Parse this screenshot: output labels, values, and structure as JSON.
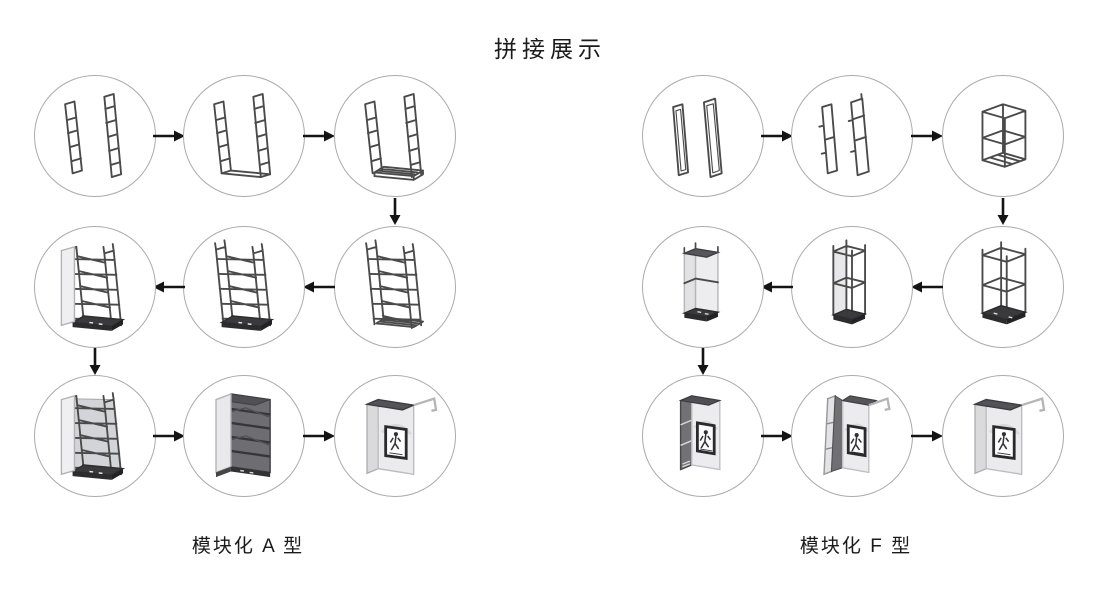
{
  "title": "拼接展示",
  "groups": [
    {
      "label": "模块化 A 型",
      "flow": [
        "left-to-right",
        "right-to-left",
        "left-to-right"
      ],
      "steps": [
        {
          "icon": "two-ladder-frames-icon"
        },
        {
          "icon": "ladder-frames-joined-icon"
        },
        {
          "icon": "ladder-frames-base-platform-icon"
        },
        {
          "icon": "shelf-tower-frame-icon"
        },
        {
          "icon": "shelf-tower-dark-base-icon"
        },
        {
          "icon": "shelf-tower-side-panel-icon"
        },
        {
          "icon": "tower-back-panel-icon"
        },
        {
          "icon": "enclosed-cabinet-shelves-icon"
        },
        {
          "icon": "finished-display-cabinet-icon"
        }
      ]
    },
    {
      "label": "模块化 F 型",
      "flow": [
        "left-to-right",
        "right-to-left",
        "left-to-right"
      ],
      "steps": [
        {
          "icon": "two-flat-frames-icon"
        },
        {
          "icon": "flat-frames-connectors-icon"
        },
        {
          "icon": "box-frame-two-shelves-icon"
        },
        {
          "icon": "box-frame-dark-base-icon"
        },
        {
          "icon": "box-frame-panel-insert-icon"
        },
        {
          "icon": "panel-cabinet-frame-icon"
        },
        {
          "icon": "open-side-poster-cabinet-icon"
        },
        {
          "icon": "hinged-panel-poster-cabinet-icon"
        },
        {
          "icon": "finished-display-cabinet-icon"
        }
      ]
    }
  ],
  "colors": {
    "background": "#ffffff",
    "line_art": "#4a4a4a",
    "circle_stroke": "#ababab",
    "arrow": "#141414",
    "panel_light": "#ececee",
    "base_dark": "#3a3a3c",
    "text": "#1b1b1b"
  }
}
